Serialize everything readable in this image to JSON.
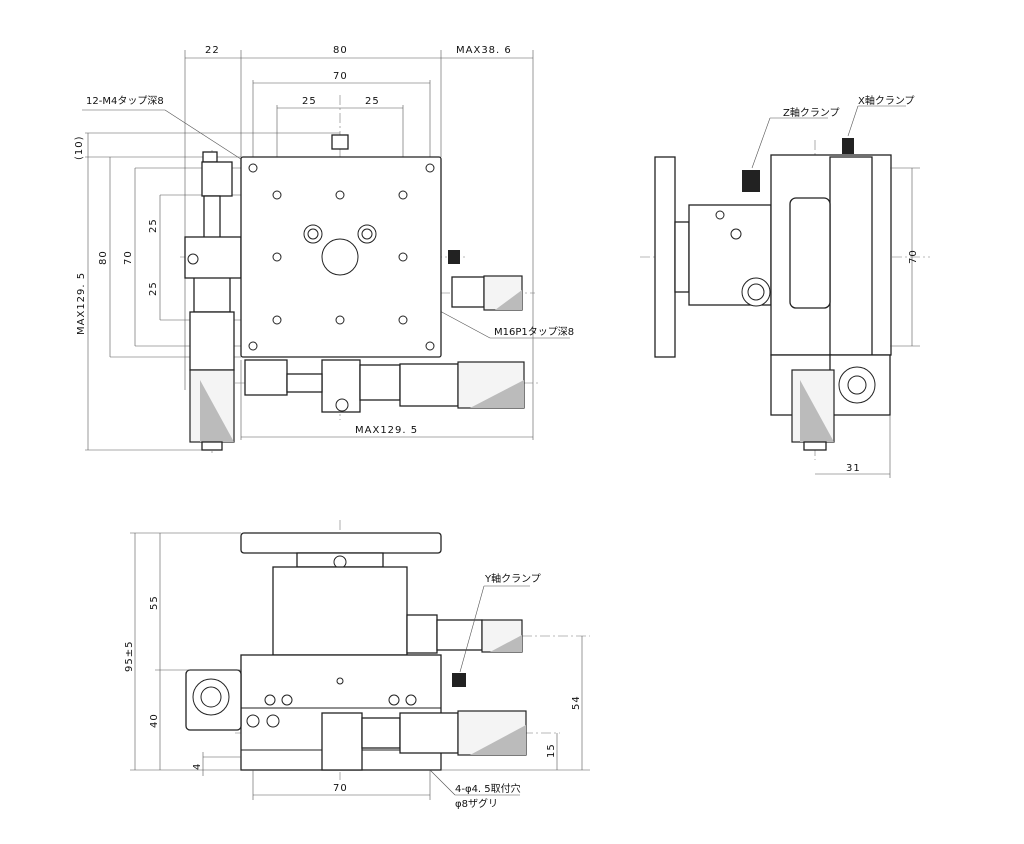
{
  "top_view": {
    "dims": {
      "d22": "22",
      "d80_top": "80",
      "max38_6": "MAX38. 6",
      "d70_top": "70",
      "d25_a": "25",
      "d25_b": "25",
      "d10": "(10)",
      "max129_5_v": "MAX129. 5",
      "d80_left": "80",
      "d70_left": "70",
      "d25_c": "25",
      "d25_d": "25",
      "max129_5_h": "MAX129. 5"
    },
    "notes": {
      "tap_holes": "12-M4タップ深8",
      "center_tap": "M16P1タップ深8"
    }
  },
  "side_view": {
    "notes": {
      "z_clamp": "Z軸クランプ",
      "x_clamp": "X軸クランプ"
    },
    "dims": {
      "d70": "70",
      "d31": "31"
    }
  },
  "front_view": {
    "notes": {
      "y_clamp": "Y軸クランプ",
      "mount_holes": "4-φ4. 5取付穴",
      "counterbore": "φ8ザグリ"
    },
    "dims": {
      "d95": "95±5",
      "d55": "55",
      "d40": "40",
      "d4": "4",
      "d70": "70",
      "d54": "54",
      "d15": "15"
    }
  }
}
